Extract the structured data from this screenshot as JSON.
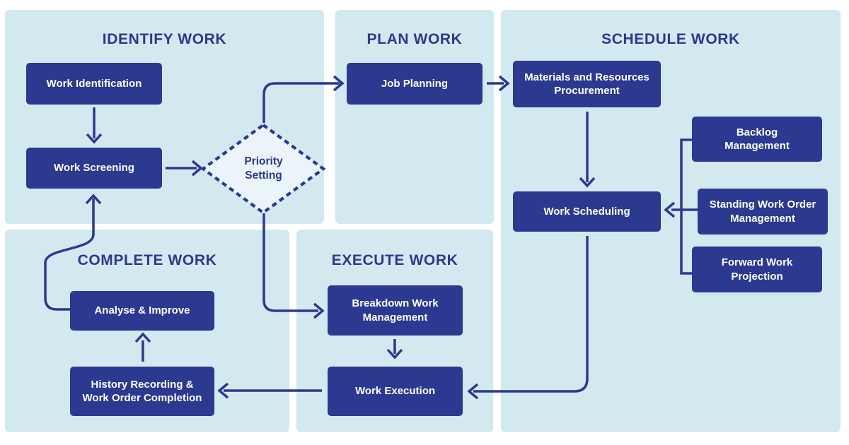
{
  "colors": {
    "background": "#ffffff",
    "panel": "#d3e9f0",
    "node": "#2b3990",
    "node_text": "#ffffff",
    "line": "#2b3990",
    "title": "#2b3990",
    "decision_fill": "#eaf4fa"
  },
  "sections": {
    "identify": {
      "title": "IDENTIFY WORK"
    },
    "plan": {
      "title": "PLAN WORK"
    },
    "schedule": {
      "title": "SCHEDULE WORK"
    },
    "complete": {
      "title": "COMPLETE WORK"
    },
    "execute": {
      "title": "EXECUTE WORK"
    }
  },
  "nodes": {
    "work_identification": {
      "label": "Work Identification"
    },
    "work_screening": {
      "label": "Work Screening"
    },
    "job_planning": {
      "label": "Job Planning"
    },
    "materials_procurement": {
      "label": "Materials and Resources\nProcurement"
    },
    "work_scheduling": {
      "label": "Work Scheduling"
    },
    "backlog_management": {
      "label": "Backlog\nManagement"
    },
    "standing_work_order": {
      "label": "Standing Work Order\nManagement"
    },
    "forward_work_projection": {
      "label": "Forward Work\nProjection"
    },
    "breakdown_work_management": {
      "label": "Breakdown Work\nManagement"
    },
    "work_execution": {
      "label": "Work Execution"
    },
    "analyse_improve": {
      "label": "Analyse & Improve"
    },
    "history_recording": {
      "label": "History Recording &\nWork Order Completion"
    }
  },
  "decision": {
    "label": "Priority\nSetting"
  }
}
